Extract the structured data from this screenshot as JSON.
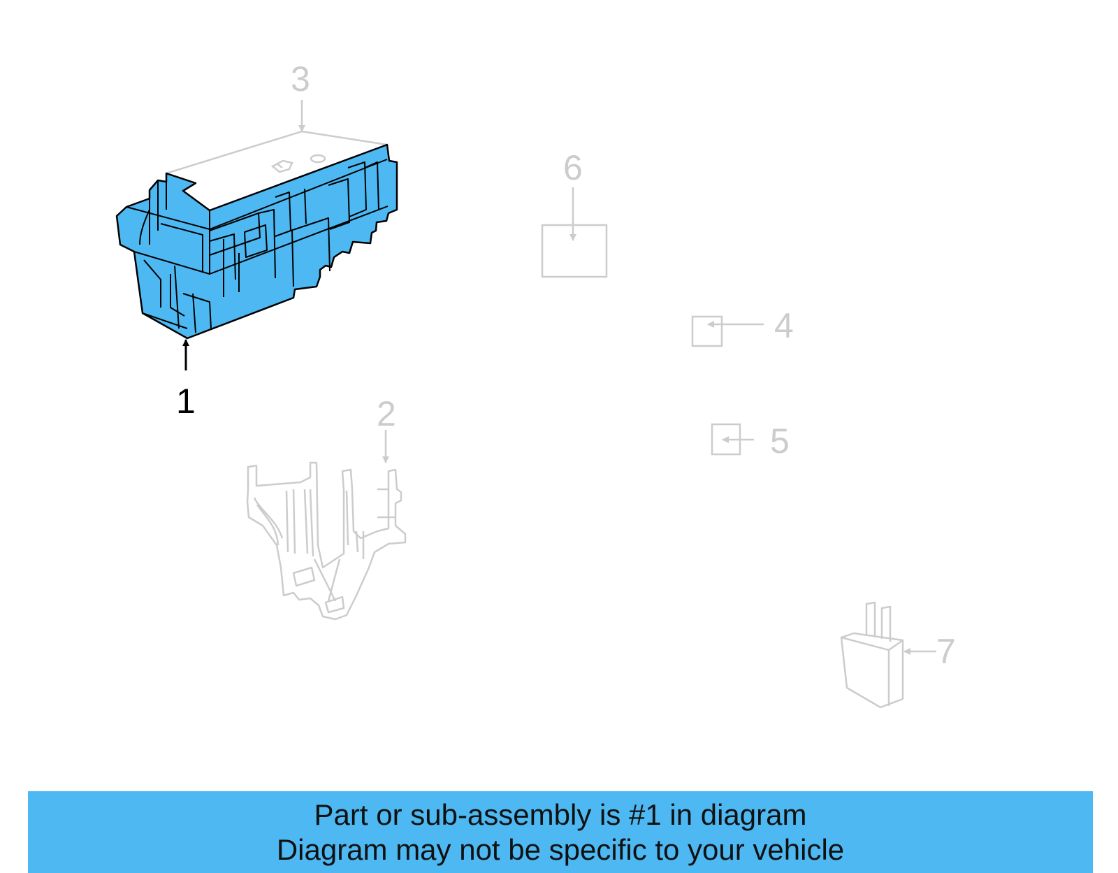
{
  "colors": {
    "highlight_fill": "#4db8f2",
    "inactive_stroke": "#cccccc",
    "active_stroke": "#000000",
    "banner": "#4db8f2"
  },
  "callouts": [
    {
      "id": "1",
      "label": "1",
      "active": true
    },
    {
      "id": "2",
      "label": "2",
      "active": false
    },
    {
      "id": "3",
      "label": "3",
      "active": false
    },
    {
      "id": "4",
      "label": "4",
      "active": false
    },
    {
      "id": "5",
      "label": "5",
      "active": false
    },
    {
      "id": "6",
      "label": "6",
      "active": false
    },
    {
      "id": "7",
      "label": "7",
      "active": false
    }
  ],
  "banner": {
    "line1": "Part or sub-assembly is #1 in diagram",
    "line2": "Diagram may not be specific to your vehicle"
  }
}
